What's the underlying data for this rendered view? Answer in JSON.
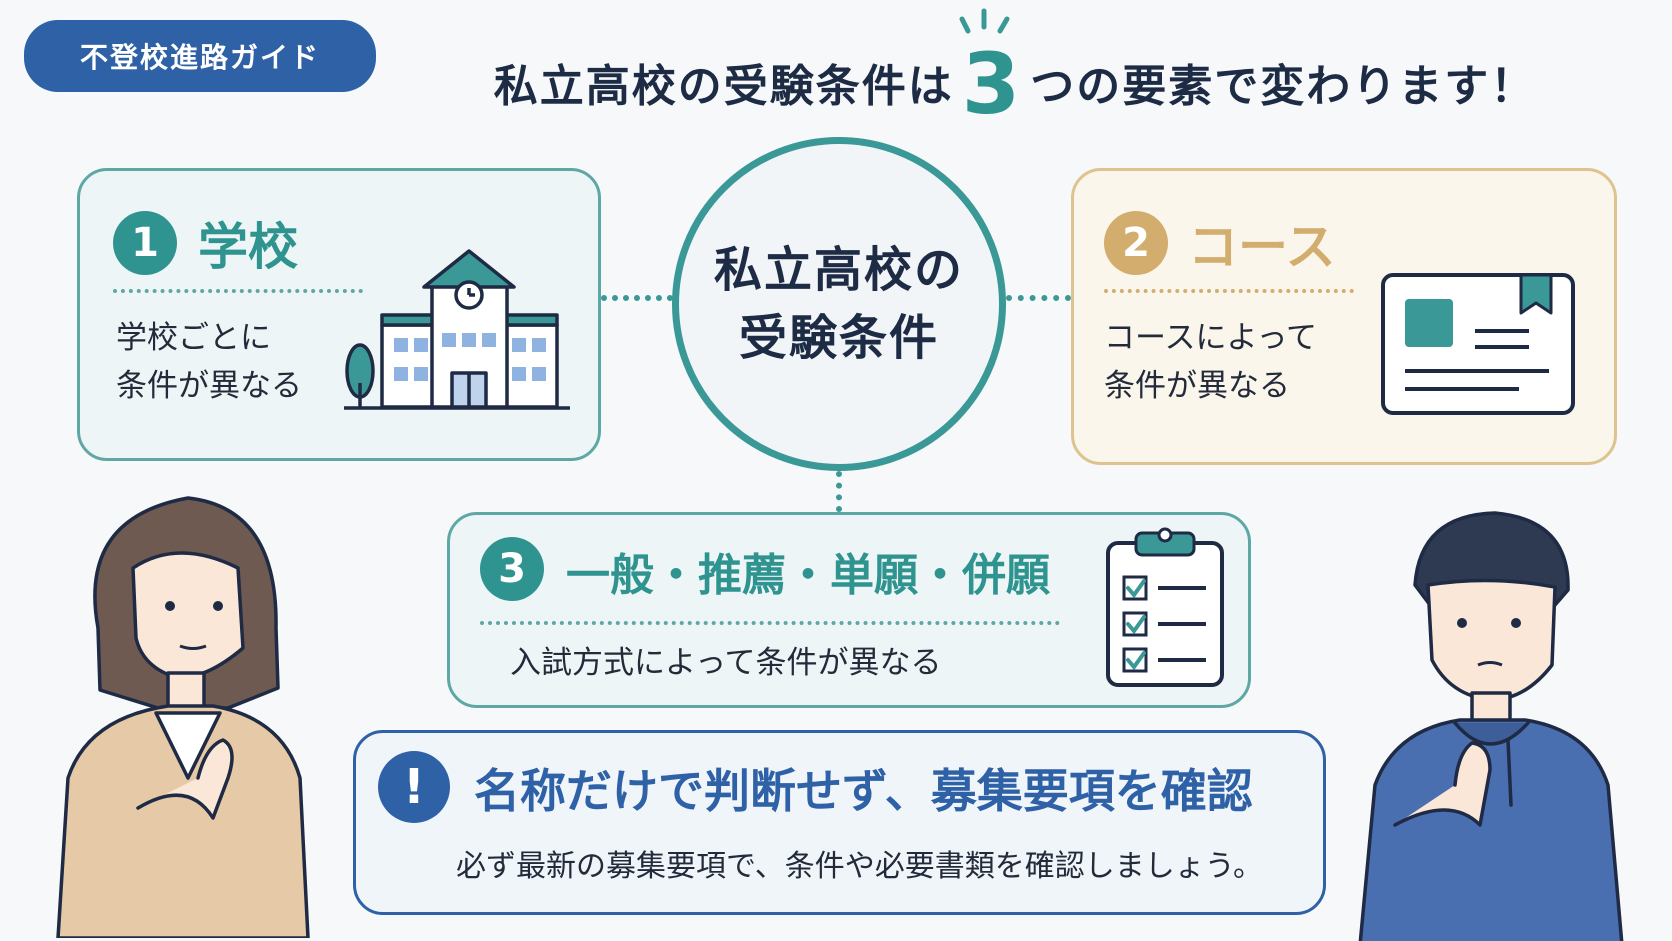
{
  "badge": {
    "label": "不登校進路ガイド"
  },
  "headline": {
    "before": "私立高校の受験条件は",
    "number": "3",
    "after": "つの要素で変わります！"
  },
  "center": {
    "line1": "私立高校の",
    "line2": "受験条件"
  },
  "cards": {
    "school": {
      "number": "1",
      "title": "学校",
      "desc_line1": "学校ごとに",
      "desc_line2": "条件が異なる"
    },
    "course": {
      "number": "2",
      "title": "コース",
      "desc_line1": "コースによって",
      "desc_line2": "条件が異なる"
    },
    "method": {
      "number": "3",
      "title": "一般・推薦・単願・併願",
      "desc": "入試方式によって条件が異なる"
    },
    "alert": {
      "mark": "!",
      "title": "名称だけで判断せず、募集要項を確認",
      "desc": "必ず最新の募集要項で、条件や必要書類を確認しましょう。"
    }
  },
  "colors": {
    "teal": "#3a9896",
    "gold": "#d2ad6d",
    "navy": "#2f61a6",
    "text": "#1d2b45"
  },
  "icons": [
    "school-building-icon",
    "tree-icon",
    "course-document-icon",
    "checklist-clipboard-icon",
    "exclamation-icon",
    "sparkle-icon"
  ]
}
